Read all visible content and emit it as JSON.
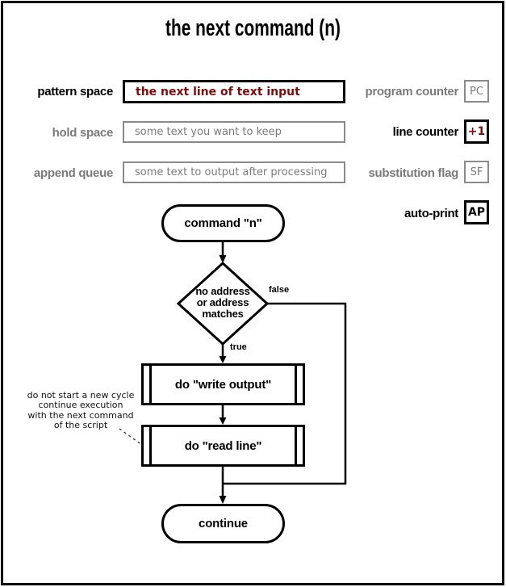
{
  "title": "the next command (n)",
  "registers_left": [
    {
      "label": "pattern space",
      "value": "the next line of text input",
      "emphasis": true
    },
    {
      "label": "hold space",
      "value": "some text you want to keep",
      "emphasis": false
    },
    {
      "label": "append queue",
      "value": "some text to output after processing",
      "emphasis": false
    }
  ],
  "registers_right": [
    {
      "label": "program counter",
      "value": "PC",
      "emphasis": false
    },
    {
      "label": "line counter",
      "value": "+1",
      "emphasis": true
    },
    {
      "label": "substitution flag",
      "value": "SF",
      "emphasis": false
    },
    {
      "label": "auto-print",
      "value": "AP",
      "emphasis": true
    }
  ],
  "flowchart": {
    "start": "command \"n\"",
    "decision_lines": [
      "no address",
      "or address",
      "matches"
    ],
    "branch_false": "false",
    "branch_true": "true",
    "process1": "do \"write output\"",
    "process2": "do \"read line\"",
    "end": "continue",
    "note_lines": [
      "do not start a new cycle",
      "continue execution",
      "with the next command",
      "of the script"
    ]
  },
  "colors": {
    "ink": "#000000",
    "muted": "#7a7a7a",
    "accent_red": "#7a0c0c"
  }
}
